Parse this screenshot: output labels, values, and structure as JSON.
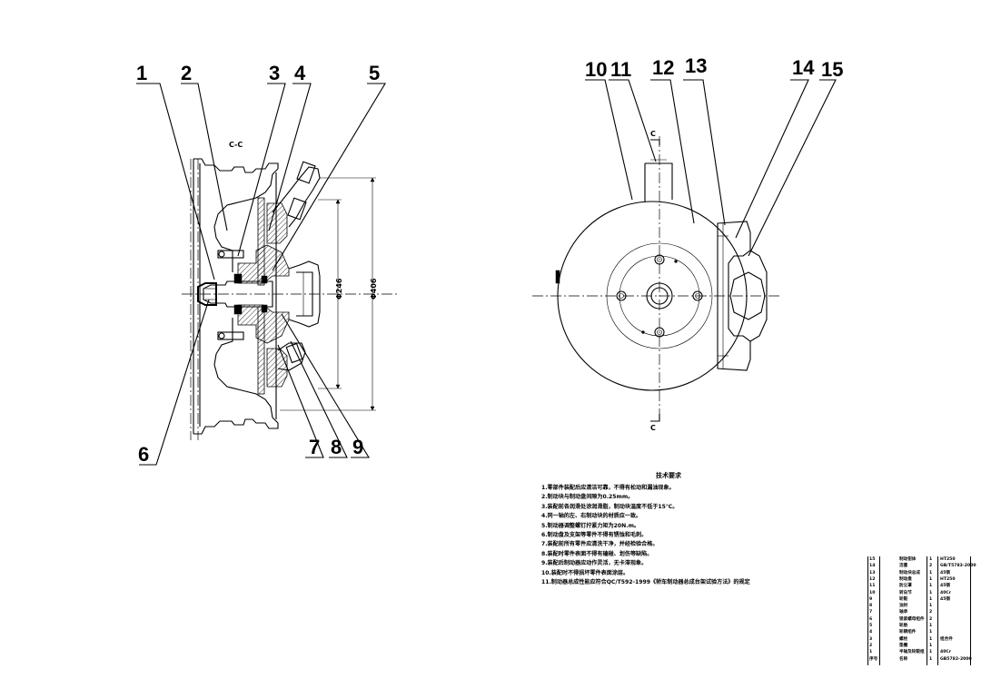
{
  "callouts": [
    {
      "id": "1",
      "label": "1"
    },
    {
      "id": "2",
      "label": "2"
    },
    {
      "id": "3",
      "label": "3"
    },
    {
      "id": "4",
      "label": "4"
    },
    {
      "id": "5",
      "label": "5"
    },
    {
      "id": "6",
      "label": "6"
    },
    {
      "id": "7",
      "label": "7"
    },
    {
      "id": "8",
      "label": "8"
    },
    {
      "id": "9",
      "label": "9"
    },
    {
      "id": "10",
      "label": "10"
    },
    {
      "id": "11",
      "label": "11"
    },
    {
      "id": "12",
      "label": "12"
    },
    {
      "id": "13",
      "label": "13"
    },
    {
      "id": "14",
      "label": "14"
    },
    {
      "id": "15",
      "label": "15"
    }
  ],
  "section_view_label": "C-C",
  "section_marker": "C",
  "notes": {
    "title": "技术要求",
    "items": [
      "1.零部件装配后应清洁可靠，不得有松动和漏油现象。",
      "2.制动块与制动盘间隙为0.25mm。",
      "3.装配前各润滑处涂润滑脂，制动块温度不低于15℃。",
      "4.同一轴的左、右制动块的材质应一致。",
      "5.制动器调整螺钉拧紧力矩为20N.m。",
      "6.制动盘及支架等零件不得有锈蚀和毛刺。",
      "7.装配前所有零件应清洗干净，并经检验合格。",
      "8.装配时零件表面不得有磕碰、划伤等缺陷。",
      "9.装配后制动器应动作灵活，无卡滞现象。",
      "10.装配时不得损坏零件表面涂层。",
      "11.制动器总成性能应符合QC/T592-1999《轿车制动器总成台架试验方法》的规定"
    ]
  },
  "bom": {
    "rows": [
      {
        "no": "15",
        "name": "制动钳体",
        "qty": "1",
        "note": "HT250"
      },
      {
        "no": "14",
        "name": "活塞",
        "qty": "2",
        "note": "GB/T5783-2000"
      },
      {
        "no": "13",
        "name": "制动块总成",
        "qty": "1",
        "note": "45钢"
      },
      {
        "no": "12",
        "name": "制动盘",
        "qty": "1",
        "note": "HT250"
      },
      {
        "no": "11",
        "name": "防尘罩",
        "qty": "1",
        "note": "45钢"
      },
      {
        "no": "10",
        "name": "转向节",
        "qty": "1",
        "note": "40Cr"
      },
      {
        "no": "9",
        "name": "轮毂",
        "qty": "1",
        "note": "45钢"
      },
      {
        "no": "8",
        "name": "油封",
        "qty": "1",
        "note": ""
      },
      {
        "no": "7",
        "name": "轴承",
        "qty": "2",
        "note": ""
      },
      {
        "no": "6",
        "name": "锁紧螺母组件",
        "qty": "2",
        "note": ""
      },
      {
        "no": "5",
        "name": "轮胎",
        "qty": "1",
        "note": ""
      },
      {
        "no": "4",
        "name": "轮辋组件",
        "qty": "1",
        "note": ""
      },
      {
        "no": "3",
        "name": "螺栓",
        "qty": "1",
        "note": "组合件"
      },
      {
        "no": "2",
        "name": "垫圈",
        "qty": "1",
        "note": ""
      },
      {
        "no": "1",
        "name": "半轴及轮毂组",
        "qty": "1",
        "note": "40Cr"
      },
      {
        "no": "序号",
        "name": "名称",
        "qty": "1",
        "note": "GB5782-2000"
      }
    ],
    "footer_left": "",
    "footer_right": ""
  },
  "dimension_labels": {
    "inner_dia": "Φ246",
    "outer_dia": "Φ406"
  }
}
